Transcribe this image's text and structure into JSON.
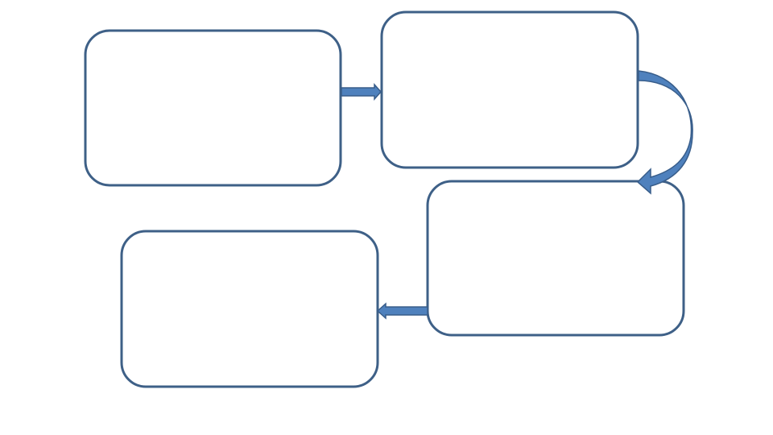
{
  "diagram": {
    "type": "flowchart",
    "boxes": [
      {
        "id": "box-1",
        "text": ""
      },
      {
        "id": "box-2",
        "text": ""
      },
      {
        "id": "box-3",
        "text": ""
      },
      {
        "id": "box-4",
        "text": ""
      }
    ],
    "connectors": [
      {
        "from": "box-1",
        "to": "box-2",
        "style": "block-arrow"
      },
      {
        "from": "box-2",
        "to": "box-3",
        "style": "curved-block-arrow"
      },
      {
        "from": "box-3",
        "to": "box-4",
        "style": "block-arrow"
      }
    ]
  },
  "colors": {
    "box_border": "#3E6087",
    "box_fill": "#FFFFFF",
    "arrow_fill": "#4F81BD",
    "arrow_outline": "#385D8A",
    "curve_shade": "#3A6BA5",
    "background": "#FFFFFF"
  }
}
